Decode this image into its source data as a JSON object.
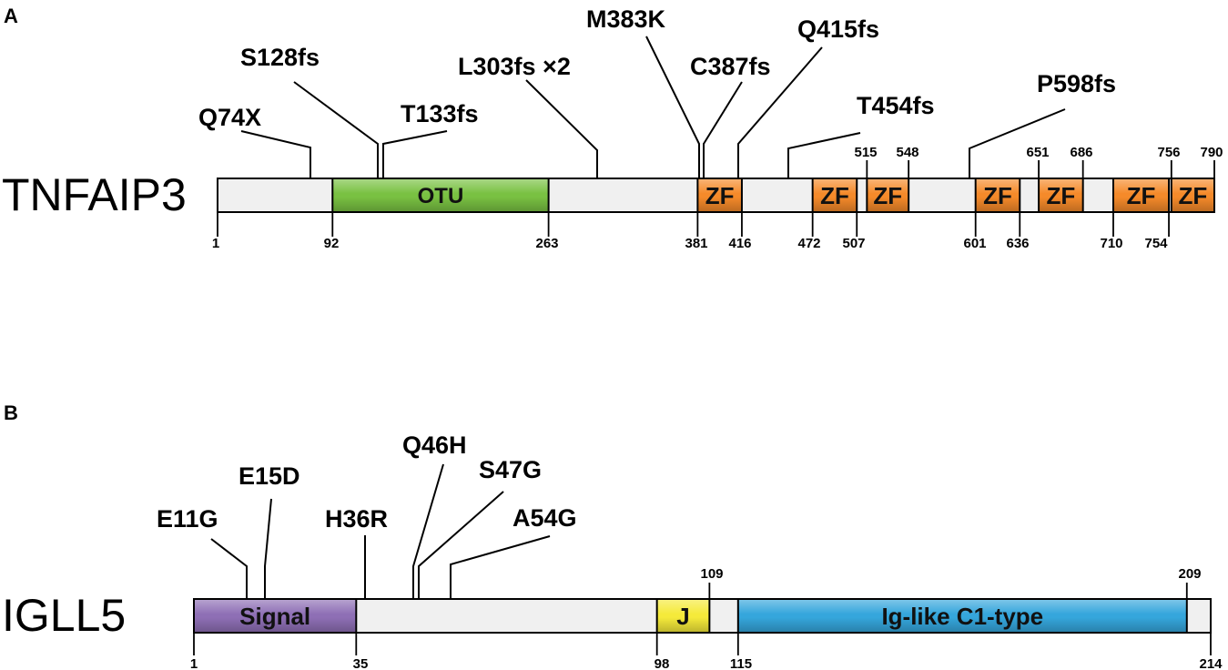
{
  "panels": [
    {
      "letter": "A",
      "gene": "TNFAIP3",
      "length": 790,
      "backbone_color": "#f0f0f0",
      "domains": [
        {
          "label": "OTU",
          "start": 92,
          "end": 263,
          "color": "#79c142",
          "text_size": 24
        },
        {
          "label": "ZF",
          "start": 381,
          "end": 416,
          "color": "#f58a2a",
          "text_size": 26
        },
        {
          "label": "ZF",
          "start": 472,
          "end": 507,
          "color": "#f58a2a",
          "text_size": 26
        },
        {
          "label": "ZF",
          "start": 515,
          "end": 548,
          "color": "#f58a2a",
          "text_size": 26
        },
        {
          "label": "ZF",
          "start": 601,
          "end": 636,
          "color": "#f58a2a",
          "text_size": 26
        },
        {
          "label": "ZF",
          "start": 651,
          "end": 686,
          "color": "#f58a2a",
          "text_size": 26
        },
        {
          "label": "ZF",
          "start": 710,
          "end": 754,
          "color": "#f58a2a",
          "text_size": 26
        },
        {
          "label": "ZF",
          "start": 756,
          "end": 790,
          "color": "#f58a2a",
          "text_size": 26
        }
      ],
      "positions_below": [
        "1",
        "92",
        "263",
        "381",
        "416",
        "472",
        "507",
        "601",
        "636",
        "710",
        "754"
      ],
      "positions_above": [
        "515",
        "548",
        "651",
        "686",
        "756",
        "790"
      ],
      "mutations": [
        {
          "label": "Q74X",
          "pos": 74
        },
        {
          "label": "S128fs",
          "pos": 128
        },
        {
          "label": "T133fs",
          "pos": 133
        },
        {
          "label": "L303fs ×2",
          "pos": 303
        },
        {
          "label": "M383K",
          "pos": 383
        },
        {
          "label": "C387fs",
          "pos": 387
        },
        {
          "label": "Q415fs",
          "pos": 415
        },
        {
          "label": "T454fs",
          "pos": 454
        },
        {
          "label": "P598fs",
          "pos": 598
        }
      ]
    },
    {
      "letter": "B",
      "gene": "IGLL5",
      "length": 214,
      "backbone_color": "#f0f0f0",
      "domains": [
        {
          "label": "Signal",
          "start": 1,
          "end": 35,
          "color": "#8e6fb5",
          "text_size": 26
        },
        {
          "label": "J",
          "start": 98,
          "end": 109,
          "color": "#f5ea3a",
          "text_size": 26
        },
        {
          "label": "Ig-like C1-type",
          "start": 115,
          "end": 209,
          "color": "#35a6dc",
          "text_size": 26
        }
      ],
      "positions_below": [
        "1",
        "35",
        "98",
        "115",
        "214"
      ],
      "positions_above": [
        "109",
        "209"
      ],
      "mutations": [
        {
          "label": "E11G",
          "pos": 11
        },
        {
          "label": "E15D",
          "pos": 15
        },
        {
          "label": "H36R",
          "pos": 36
        },
        {
          "label": "Q46H",
          "pos": 46
        },
        {
          "label": "S47G",
          "pos": 47
        },
        {
          "label": "A54G",
          "pos": 54
        }
      ]
    }
  ]
}
